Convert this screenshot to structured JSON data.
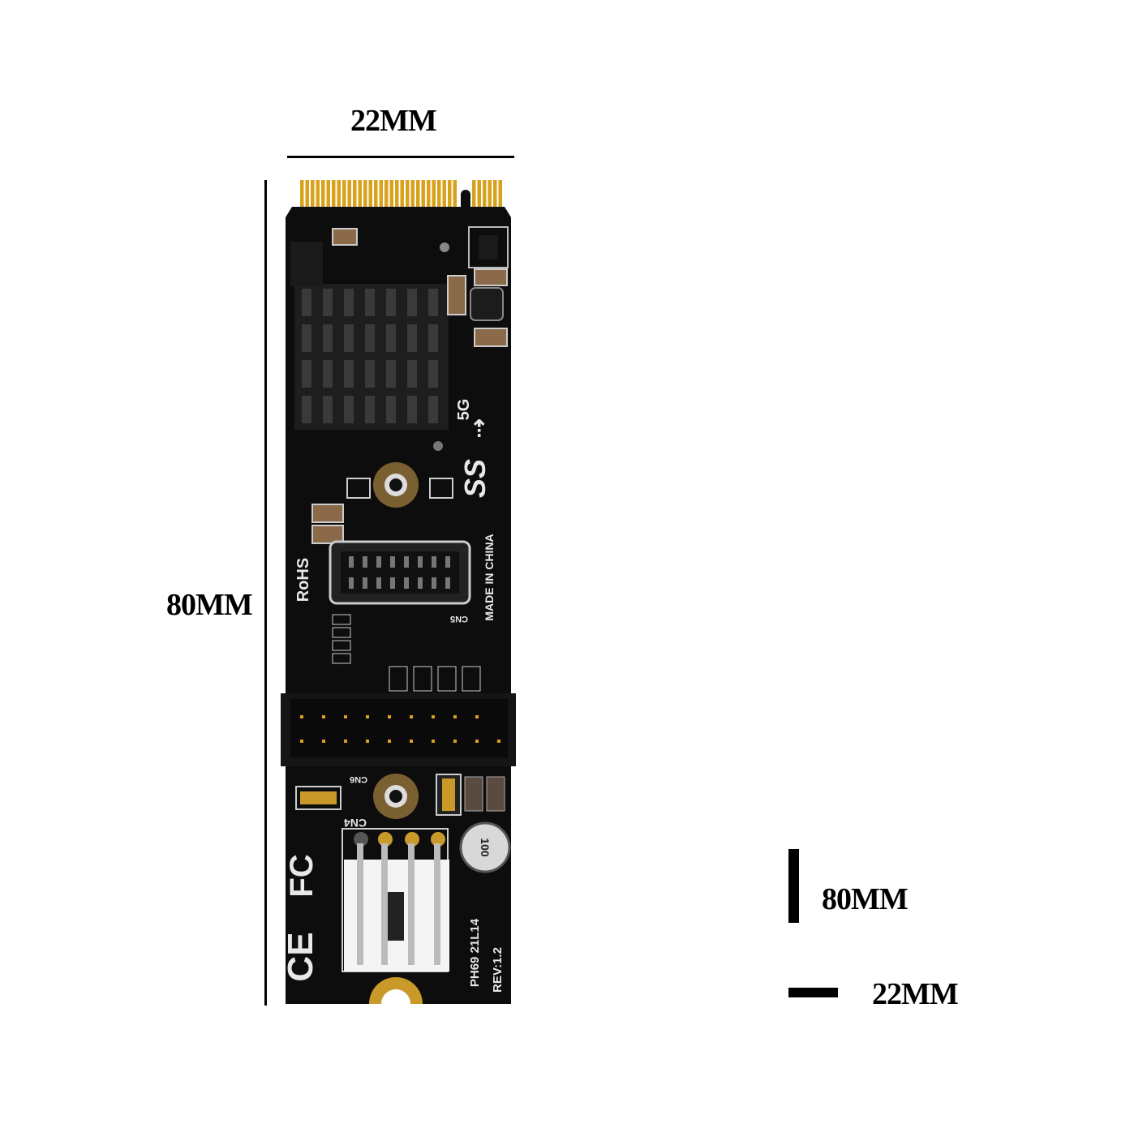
{
  "dimensions": {
    "width_label": "22MM",
    "length_label": "80MM"
  },
  "legend": {
    "length_label": "80MM",
    "width_label": "22MM"
  },
  "board_text": {
    "speed": "5G",
    "rohs": "RoHS",
    "origin": "MADE IN CHINA",
    "model": "PH69  21L14",
    "revision": "REV:1.2",
    "connector_cn5": "CN5",
    "connector_cn6": "CN6",
    "connector_cn4": "CN4",
    "capacitor": "100"
  },
  "colors": {
    "pcb": "#0d0d0d",
    "gold": "#d8a21c",
    "heatsink": "#1e1e1e",
    "connector_white": "#f4f4f4"
  }
}
